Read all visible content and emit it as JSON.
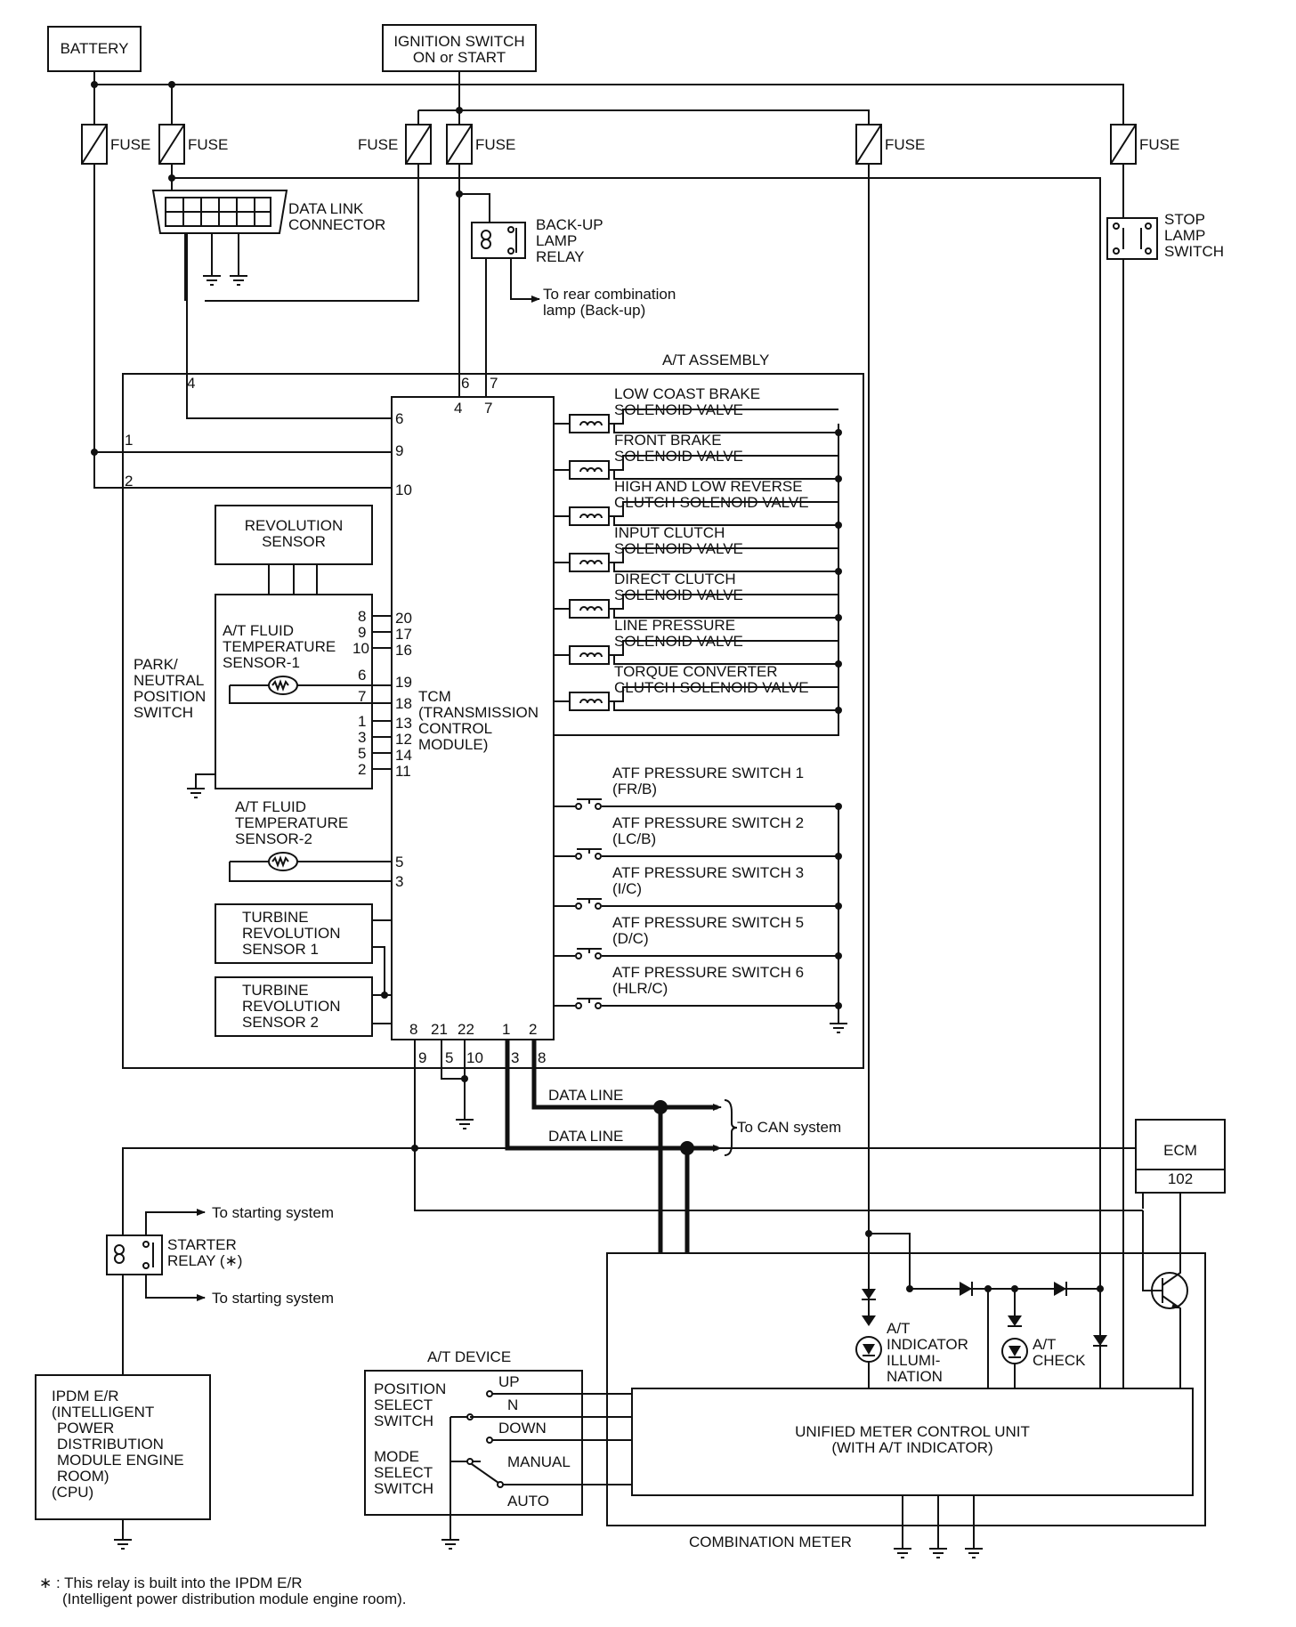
{
  "labels": {
    "battery": "BATTERY",
    "ignition_l1": "IGNITION SWITCH",
    "ignition_l2": "ON or START",
    "fuse": "FUSE",
    "dlc_l1": "DATA LINK",
    "dlc_l2": "CONNECTOR",
    "backup_l1": "BACK-UP",
    "backup_l2": "LAMP",
    "backup_l3": "RELAY",
    "rear_comb_l1": "To rear combination",
    "rear_comb_l2": "lamp (Back-up)",
    "stop_l1": "STOP",
    "stop_l2": "LAMP",
    "stop_l3": "SWITCH",
    "at_assembly": "A/T ASSEMBLY",
    "revolution_l1": "REVOLUTION",
    "revolution_l2": "SENSOR",
    "fluid1_l1": "A/T FLUID",
    "fluid1_l2": "TEMPERATURE",
    "fluid1_l3": "SENSOR-1",
    "park_l1": "PARK/",
    "park_l2": "NEUTRAL",
    "park_l3": "POSITION",
    "park_l4": "SWITCH",
    "fluid2_l1": "A/T FLUID",
    "fluid2_l2": "TEMPERATURE",
    "fluid2_l3": "SENSOR-2",
    "turbine1_l1": "TURBINE",
    "turbine1_l2": "REVOLUTION",
    "turbine1_l3": "SENSOR 1",
    "turbine2_l1": "TURBINE",
    "turbine2_l2": "REVOLUTION",
    "turbine2_l3": "SENSOR 2",
    "tcm_l1": "TCM",
    "tcm_l2": "(TRANSMISSION",
    "tcm_l3": "CONTROL",
    "tcm_l4": "MODULE)",
    "data_line": "DATA LINE",
    "to_can": "To CAN system",
    "ecm": "ECM",
    "ecm_pin": "102",
    "to_starting": "To starting system",
    "starter_l1": "STARTER",
    "starter_l2": "RELAY (∗)",
    "ipdm_l1": "IPDM E/R",
    "ipdm_l2": "(INTELLIGENT",
    "ipdm_l3": "POWER",
    "ipdm_l4": "DISTRIBUTION",
    "ipdm_l5": "MODULE ENGINE",
    "ipdm_l6": "ROOM)",
    "ipdm_l7": "(CPU)",
    "at_device": "A/T DEVICE",
    "pos_l1": "POSITION",
    "pos_l2": "SELECT",
    "pos_l3": "SWITCH",
    "mode_l1": "MODE",
    "mode_l2": "SELECT",
    "mode_l3": "SWITCH",
    "sw_up": "UP",
    "sw_n": "N",
    "sw_down": "DOWN",
    "sw_manual": "MANUAL",
    "sw_auto": "AUTO",
    "ind_illum_l1": "A/T",
    "ind_illum_l2": "INDICATOR",
    "ind_illum_l3": "ILLUMI-",
    "ind_illum_l4": "NATION",
    "check_l1": "A/T",
    "check_l2": "CHECK",
    "umcu_l1": "UNIFIED METER CONTROL UNIT",
    "umcu_l2": "(WITH A/T INDICATOR)",
    "comb_meter": "COMBINATION METER",
    "footnote_l1": "∗ : This relay is built into the IPDM E/R",
    "footnote_l2": "(Intelligent power distribution module engine room)."
  },
  "solenoids": [
    {
      "l1": "LOW COAST BRAKE",
      "l2": "SOLENOID VALVE"
    },
    {
      "l1": "FRONT BRAKE",
      "l2": "SOLENOID VALVE"
    },
    {
      "l1": "HIGH AND LOW REVERSE",
      "l2": "CLUTCH SOLENOID VALVE"
    },
    {
      "l1": "INPUT CLUTCH",
      "l2": "SOLENOID VALVE"
    },
    {
      "l1": "DIRECT CLUTCH",
      "l2": "SOLENOID VALVE"
    },
    {
      "l1": "LINE PRESSURE",
      "l2": "SOLENOID VALVE"
    },
    {
      "l1": "TORQUE CONVERTER",
      "l2": "CLUTCH SOLENOID VALVE"
    }
  ],
  "pressure_switches": [
    {
      "l1": "ATF PRESSURE SWITCH 1",
      "l2": "(FR/B)"
    },
    {
      "l1": "ATF PRESSURE SWITCH 2",
      "l2": "(LC/B)"
    },
    {
      "l1": "ATF PRESSURE SWITCH 3",
      "l2": "(I/C)"
    },
    {
      "l1": "ATF PRESSURE SWITCH 5",
      "l2": "(D/C)"
    },
    {
      "l1": "ATF PRESSURE SWITCH 6",
      "l2": "(HLR/C)"
    }
  ],
  "pins": {
    "outer_4": "4",
    "outer_6": "6",
    "outer_7": "7",
    "outer_1": "1",
    "outer_2": "2",
    "tcm_4": "4",
    "tcm_7": "7",
    "tcm_6": "6",
    "tcm_9": "9",
    "tcm_10": "10",
    "tcm_20": "20",
    "tcm_17": "17",
    "tcm_16": "16",
    "tcm_19": "19",
    "tcm_18": "18",
    "tcm_13": "13",
    "tcm_12": "12",
    "tcm_14": "14",
    "tcm_11": "11",
    "tcm_5": "5",
    "tcm_3": "3",
    "tcm_b8": "8",
    "tcm_b21": "21",
    "tcm_b22": "22",
    "tcm_b1": "1",
    "tcm_b2": "2",
    "ext_9": "9",
    "ext_5": "5",
    "ext_10": "10",
    "ext_3": "3",
    "ext_8": "8",
    "rev_13": "13",
    "rev_12": "12",
    "rev_11": "11",
    "pn_8": "8",
    "pn_9": "9",
    "pn_10": "10",
    "pn_6": "6",
    "pn_7": "7",
    "pn_1": "1",
    "pn_3": "3",
    "pn_5": "5",
    "pn_2": "2"
  }
}
